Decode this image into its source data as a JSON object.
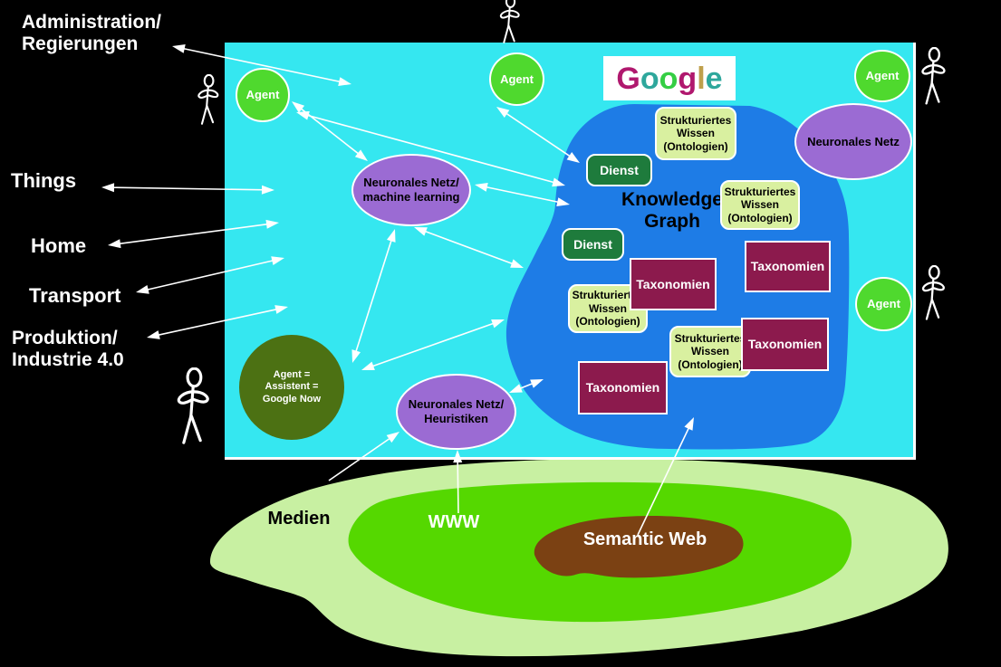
{
  "colors": {
    "background_black": "#000000",
    "panel_cyan": "#35E7F0",
    "blue_blob": "#1E7CE6",
    "agent_green": "#4FD92E",
    "service_green": "#1E7B3C",
    "assistant_olive": "#4C7113",
    "neural_purple": "#9B6BD3",
    "taxonomy_maroon": "#8C1A4D",
    "knowledge_box_green": "#D9F0A0",
    "media_pale_green": "#C8F0A2",
    "www_green": "#55D800",
    "semantic_brown": "#7B4113",
    "arrow_white": "#FFFFFF",
    "logo_bg_white": "#FFFFFF"
  },
  "outside_labels": {
    "administration": "Administration/\nRegierungen",
    "things": "Things",
    "home": "Home",
    "transport": "Transport",
    "produktion": "Produktion/\nIndustrie 4.0"
  },
  "google_logo": {
    "letters": [
      {
        "ch": "G",
        "color": "#B0186E"
      },
      {
        "ch": "o",
        "color": "#2EA79C"
      },
      {
        "ch": "o",
        "color": "#35CE44"
      },
      {
        "ch": "g",
        "color": "#B0186E"
      },
      {
        "ch": "l",
        "color": "#BFA04C"
      },
      {
        "ch": "e",
        "color": "#2EA79C"
      }
    ]
  },
  "knowledge_graph": {
    "title": "Knowledge\nGraph"
  },
  "agents": {
    "top_left": "Agent",
    "top_center": "Agent",
    "top_right": "Agent",
    "mid_right": "Agent",
    "assistant": "Agent =\nAssistent =\nGoogle Now"
  },
  "neural_nets": {
    "machine_learning": "Neuronales Netz/\nmachine learning",
    "plain": "Neuronales Netz",
    "heuristiken": "Neuronales Netz/\nHeuristiken"
  },
  "services": {
    "dienst_top": "Dienst",
    "dienst_left": "Dienst"
  },
  "structured_knowledge": {
    "top": "Strukturiertes\nWissen\n(Ontologien)",
    "right": "Strukturiertes\nWissen\n(Ontologien)",
    "left": "Strukturiertes\nWissen\n(Ontologien)",
    "bottom": "Strukturiertes\nWissen\n(Ontologien)"
  },
  "taxonomies": {
    "center": "Taxonomien",
    "right_upper": "Taxonomien",
    "right_lower": "Taxonomien",
    "left_lower": "Taxonomien"
  },
  "bottom_layer": {
    "medien": "Medien",
    "www": "WWW",
    "semantic_web": "Semantic Web"
  }
}
